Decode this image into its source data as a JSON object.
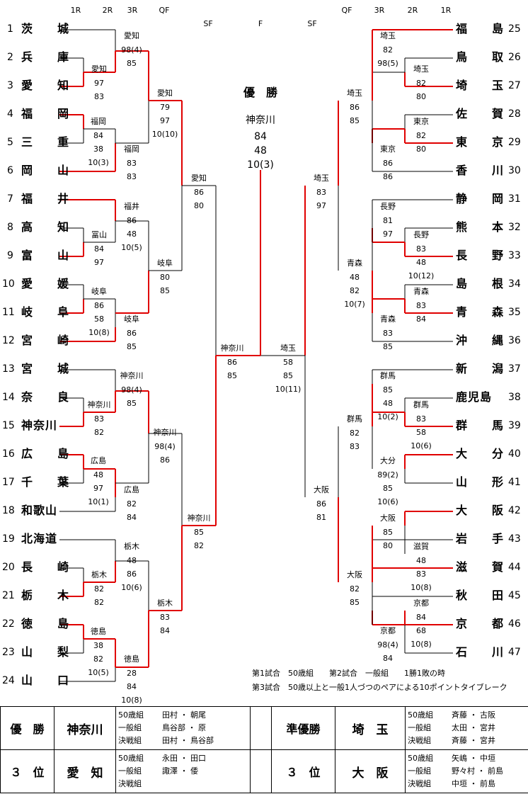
{
  "round_labels": {
    "left": [
      "1R",
      "2R",
      "3R",
      "QF",
      "SF"
    ],
    "center": "F",
    "right": [
      "SF",
      "QF",
      "3R",
      "2R",
      "1R"
    ]
  },
  "left_entries": [
    {
      "num": "1",
      "name": "茨　　城"
    },
    {
      "num": "2",
      "name": "兵　　庫"
    },
    {
      "num": "3",
      "name": "愛　　知"
    },
    {
      "num": "4",
      "name": "福　　岡"
    },
    {
      "num": "5",
      "name": "三　　重"
    },
    {
      "num": "6",
      "name": "岡　　山"
    },
    {
      "num": "7",
      "name": "福　　井"
    },
    {
      "num": "8",
      "name": "高　　知"
    },
    {
      "num": "9",
      "name": "富　　山"
    },
    {
      "num": "10",
      "name": "愛　　媛"
    },
    {
      "num": "11",
      "name": "岐　　阜"
    },
    {
      "num": "12",
      "name": "宮　　崎"
    },
    {
      "num": "13",
      "name": "宮　　城"
    },
    {
      "num": "14",
      "name": "奈　　良"
    },
    {
      "num": "15",
      "name": "神奈川"
    },
    {
      "num": "16",
      "name": "広　　島"
    },
    {
      "num": "17",
      "name": "千　　葉"
    },
    {
      "num": "18",
      "name": "和歌山"
    },
    {
      "num": "19",
      "name": "北海道"
    },
    {
      "num": "20",
      "name": "長　　崎"
    },
    {
      "num": "21",
      "name": "栃　　木"
    },
    {
      "num": "22",
      "name": "徳　　島"
    },
    {
      "num": "23",
      "name": "山　　梨"
    },
    {
      "num": "24",
      "name": "山　　口"
    }
  ],
  "right_entries": [
    {
      "num": "25",
      "name": "福　　島"
    },
    {
      "num": "26",
      "name": "鳥　　取"
    },
    {
      "num": "27",
      "name": "埼　　玉"
    },
    {
      "num": "28",
      "name": "佐　　賀"
    },
    {
      "num": "29",
      "name": "東　　京"
    },
    {
      "num": "30",
      "name": "香　　川"
    },
    {
      "num": "31",
      "name": "静　　岡"
    },
    {
      "num": "32",
      "name": "熊　　本"
    },
    {
      "num": "33",
      "name": "長　　野"
    },
    {
      "num": "34",
      "name": "島　　根"
    },
    {
      "num": "35",
      "name": "青　　森"
    },
    {
      "num": "36",
      "name": "沖　　縄"
    },
    {
      "num": "37",
      "name": "新　　潟"
    },
    {
      "num": "38",
      "name": "鹿児島"
    },
    {
      "num": "39",
      "name": "群　　馬"
    },
    {
      "num": "40",
      "name": "大　　分"
    },
    {
      "num": "41",
      "name": "山　　形"
    },
    {
      "num": "42",
      "name": "大　　阪"
    },
    {
      "num": "43",
      "name": "岩　　手"
    },
    {
      "num": "44",
      "name": "滋　　賀"
    },
    {
      "num": "45",
      "name": "秋　　田"
    },
    {
      "num": "46",
      "name": "京　　都"
    },
    {
      "num": "47",
      "name": "石　　川"
    }
  ],
  "matches": {
    "L1": {
      "winner": "愛知",
      "scores": [
        "97",
        "83"
      ]
    },
    "L2": {
      "winner": "愛知",
      "scores": [
        "98(4)",
        "85"
      ]
    },
    "L3": {
      "winner": "福岡",
      "scores": [
        "84",
        "38",
        "10(3)"
      ]
    },
    "L4": {
      "winner": "福岡",
      "scores": [
        "83",
        "83"
      ]
    },
    "L5": {
      "winner": "冨山",
      "scores": [
        "84",
        "97"
      ]
    },
    "L6": {
      "winner": "福井",
      "scores": [
        "86",
        "48",
        "10(5)"
      ]
    },
    "L7": {
      "winner": "岐阜",
      "scores": [
        "86",
        "58",
        "10(8)"
      ]
    },
    "L8": {
      "winner": "岐阜",
      "scores": [
        "86",
        "85"
      ]
    },
    "L9": {
      "winner": "神奈川",
      "scores": [
        "83",
        "82"
      ]
    },
    "L10": {
      "winner": "神奈川",
      "scores": [
        "98(4)",
        "85"
      ]
    },
    "L11": {
      "winner": "広島",
      "scores": [
        "48",
        "97",
        "10(1)"
      ]
    },
    "L12": {
      "winner": "広島",
      "scores": [
        "82",
        "84"
      ]
    },
    "L13": {
      "winner": "栃木",
      "scores": [
        "82",
        "82"
      ]
    },
    "L14": {
      "winner": "栃木",
      "scores": [
        "48",
        "86",
        "10(6)"
      ]
    },
    "L15": {
      "winner": "徳島",
      "scores": [
        "38",
        "82",
        "10(5)"
      ]
    },
    "L16": {
      "winner": "徳島",
      "scores": [
        "28",
        "84",
        "10(8)"
      ]
    },
    "LQ1": {
      "winner": "愛知",
      "scores": [
        "79",
        "97",
        "10(10)"
      ]
    },
    "LQ2": {
      "winner": "岐阜",
      "scores": [
        "80",
        "85"
      ]
    },
    "LQ3": {
      "winner": "神奈川",
      "scores": [
        "98(4)",
        "86"
      ]
    },
    "LQ4": {
      "winner": "栃木",
      "scores": [
        "83",
        "84"
      ]
    },
    "LS1": {
      "winner": "愛知",
      "scores": [
        "86",
        "80"
      ]
    },
    "LS2": {
      "winner": "神奈川",
      "scores": [
        "85",
        "82"
      ]
    },
    "LF": {
      "winner": "神奈川",
      "scores": [
        "86",
        "85"
      ]
    },
    "R1": {
      "winner": "埼玉",
      "scores": [
        "82",
        "80"
      ]
    },
    "R2": {
      "winner": "埼玉",
      "scores": [
        "82",
        "98(5)"
      ]
    },
    "R3": {
      "winner": "東京",
      "scores": [
        "82",
        "80"
      ]
    },
    "R4": {
      "winner": "東京",
      "scores": [
        "86",
        "86"
      ]
    },
    "R5": {
      "winner": "長野",
      "scores": [
        "83",
        "48",
        "10(12)"
      ]
    },
    "R6": {
      "winner": "長野",
      "scores": [
        "81",
        "97"
      ]
    },
    "R7": {
      "winner": "青森",
      "scores": [
        "83",
        "84"
      ]
    },
    "R8": {
      "winner": "青森",
      "scores": [
        "83",
        "85"
      ]
    },
    "R9": {
      "winner": "群馬",
      "scores": [
        "83",
        "58",
        "10(6)"
      ]
    },
    "R10": {
      "winner": "群馬",
      "scores": [
        "85",
        "48",
        "10(2)"
      ]
    },
    "R11": {
      "winner": "大分",
      "scores": [
        "89(2)",
        "85",
        "10(6)"
      ]
    },
    "R12": {
      "winner": "滋賀",
      "scores": [
        "48",
        "83",
        "10(8)"
      ]
    },
    "R13": {
      "winner": "大阪",
      "scores": [
        "85",
        "80"
      ]
    },
    "R14": {
      "winner": "京都",
      "scores": [
        "84",
        "68",
        "10(8)"
      ]
    },
    "R15": {
      "winner": "京都",
      "scores": [
        "98(4)",
        "84"
      ]
    },
    "RQ1": {
      "winner": "埼玉",
      "scores": [
        "86",
        "85"
      ]
    },
    "RQ2": {
      "winner": "青森",
      "scores": [
        "48",
        "82",
        "10(7)"
      ]
    },
    "RQ3": {
      "winner": "群馬",
      "scores": [
        "82",
        "83"
      ]
    },
    "RQ4": {
      "winner": "大阪",
      "scores": [
        "82",
        "85"
      ]
    },
    "RS1": {
      "winner": "埼玉",
      "scores": [
        "83",
        "97"
      ]
    },
    "RS2": {
      "winner": "大阪",
      "scores": [
        "86",
        "81"
      ]
    },
    "RF": {
      "winner": "埼玉",
      "scores": [
        "58",
        "85",
        "10(11)"
      ]
    }
  },
  "champion": {
    "heading": "優　勝",
    "name": "神奈川",
    "scores": [
      "84",
      "48",
      "10(3)"
    ]
  },
  "notes": [
    "第1試合　50歳組　　第2試合　一般組　　1勝1敗の時",
    "第3試合　50歳以上と一般1人づつのペアによる10ポイントタイブレーク"
  ],
  "results": [
    {
      "left": {
        "rank": "優　勝",
        "team": "神奈川",
        "members": [
          [
            "50歳組",
            "田村 ・ 朝尾"
          ],
          [
            "一般組",
            "鳥谷部 ・ 原"
          ],
          [
            "決戦組",
            "田村 ・ 鳥谷部"
          ]
        ]
      },
      "right": {
        "rank": "準優勝",
        "team": "埼　玉",
        "members": [
          [
            "50歳組",
            "斉藤 ・ 古阪"
          ],
          [
            "一般組",
            "太田 ・ 宮井"
          ],
          [
            "決戦組",
            "斉藤 ・ 宮井"
          ]
        ]
      }
    },
    {
      "left": {
        "rank": "３　位",
        "team": "愛　知",
        "members": [
          [
            "50歳組",
            "永田 ・ 田口"
          ],
          [
            "一般組",
            "諏澤 ・ 倭"
          ],
          [
            "決戦組",
            ""
          ]
        ]
      },
      "right": {
        "rank": "３　位",
        "team": "大　阪",
        "members": [
          [
            "50歳組",
            "矢嶋 ・ 中垣"
          ],
          [
            "一般組",
            "野々村 ・ 前島"
          ],
          [
            "決戦組",
            "中垣 ・ 前島"
          ]
        ]
      }
    }
  ]
}
